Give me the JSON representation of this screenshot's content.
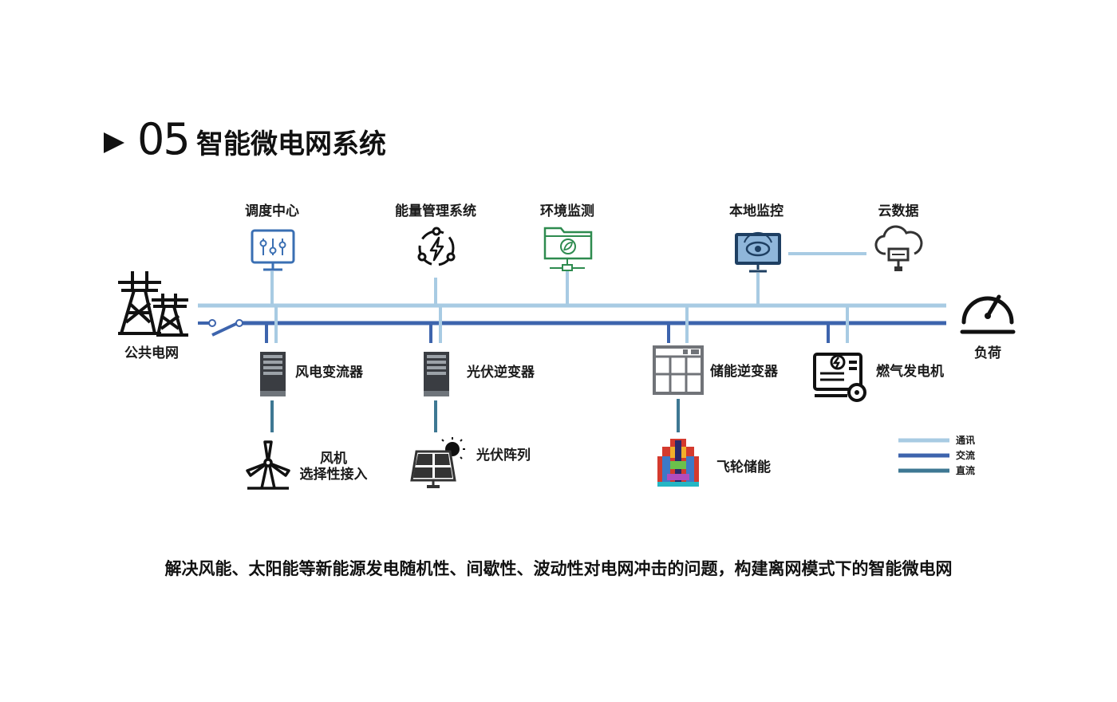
{
  "title": {
    "number": "05",
    "text": "智能微电网系统"
  },
  "top_nodes": {
    "dispatch": "调度中心",
    "ems": "能量管理系统",
    "env": "环境监测",
    "local": "本地监控",
    "cloud": "云数据"
  },
  "grid": {
    "label": "公共电网"
  },
  "load": {
    "label": "负荷"
  },
  "converters": {
    "wind_conv": "风电变流器",
    "pv_inv": "光伏逆变器",
    "storage_inv": "储能逆变器",
    "gas_gen": "燃气发电机"
  },
  "sources": {
    "wind_line1": "风机",
    "wind_line2": "选择性接入",
    "pv_array": "光伏阵列",
    "flywheel": "飞轮储能"
  },
  "legend": [
    {
      "label": "通讯",
      "color": "#a8cbe3"
    },
    {
      "label": "交流",
      "color": "#3d64ad"
    },
    {
      "label": "直流",
      "color": "#3e7893"
    }
  ],
  "colors": {
    "comm": "#a8cbe3",
    "ac": "#3d64ad",
    "dc": "#3e7893",
    "icon_blue": "#3a6fb3",
    "icon_green": "#2e8b4f"
  },
  "caption": "解决风能、太阳能等新能源发电随机性、间歇性、波动性对电网冲击的问题，构建离网模式下的智能微电网"
}
